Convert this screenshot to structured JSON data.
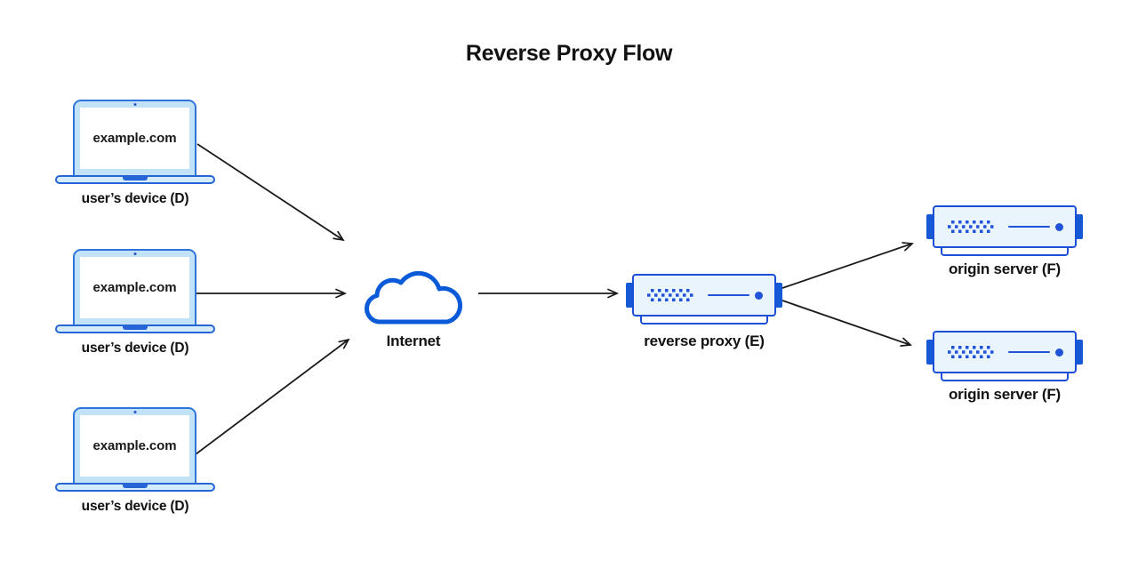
{
  "title": "Reverse Proxy Flow",
  "devices": [
    {
      "screen": "example.com",
      "label": "user’s device (D)"
    },
    {
      "screen": "example.com",
      "label": "user’s device (D)"
    },
    {
      "screen": "example.com",
      "label": "user’s device (D)"
    }
  ],
  "internet": {
    "label": "Internet"
  },
  "proxy": {
    "label": "reverse proxy (E)"
  },
  "origins": [
    {
      "label": "origin server (F)"
    },
    {
      "label": "origin server (F)"
    }
  ],
  "colors": {
    "deep_blue": "#1B4FD8",
    "laptop_blue": "#2E74DB",
    "laptop_fill": "#C2E2F7",
    "server_fill": "#E9F4FC",
    "cloud_stroke": "#0B5AD7",
    "arrow": "#1A1A1A",
    "text": "#111111"
  }
}
